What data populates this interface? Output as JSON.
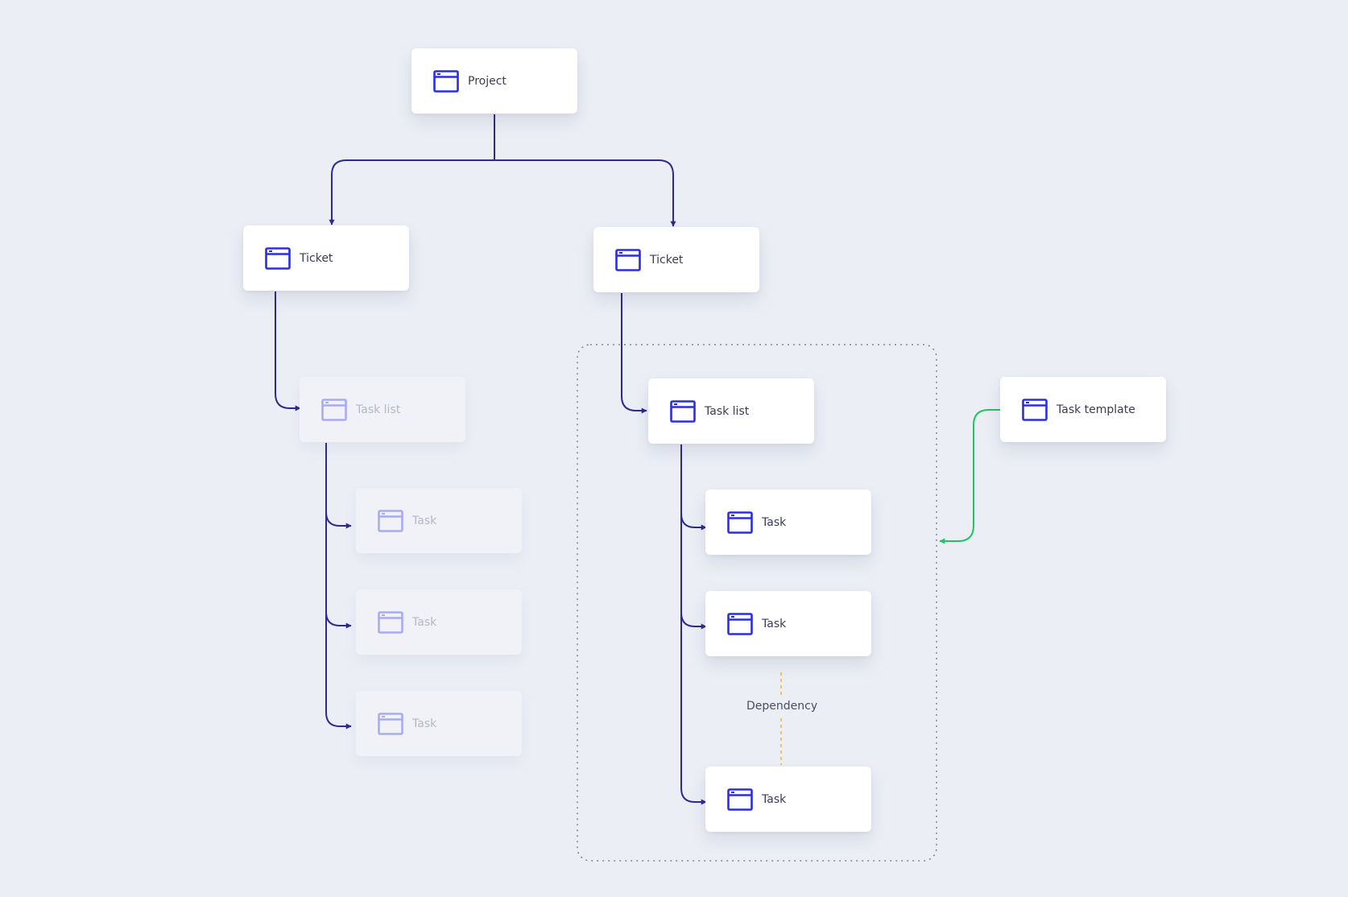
{
  "colors": {
    "background": "#ebeef5",
    "icon": "#2a2ee0",
    "icon_faded": "#a9abf0",
    "connector": "#2e2a8f",
    "template_link": "#1fc55e",
    "dependency_line": "#f0b429",
    "group_border": "#6d7080"
  },
  "nodes": {
    "project": {
      "label": "Project",
      "icon": "window-icon"
    },
    "ticket_left": {
      "label": "Ticket",
      "icon": "window-icon"
    },
    "ticket_right": {
      "label": "Ticket",
      "icon": "window-icon"
    },
    "task_list_left": {
      "label": "Task list",
      "icon": "window-icon",
      "faded": true
    },
    "task_left_1": {
      "label": "Task",
      "icon": "window-icon",
      "faded": true
    },
    "task_left_2": {
      "label": "Task",
      "icon": "window-icon",
      "faded": true
    },
    "task_left_3": {
      "label": "Task",
      "icon": "window-icon",
      "faded": true
    },
    "task_list_right": {
      "label": "Task list",
      "icon": "window-icon"
    },
    "task_right_1": {
      "label": "Task",
      "icon": "window-icon"
    },
    "task_right_2": {
      "label": "Task",
      "icon": "window-icon"
    },
    "task_right_3": {
      "label": "Task",
      "icon": "window-icon"
    },
    "task_template": {
      "label": "Task template",
      "icon": "window-icon"
    }
  },
  "annotations": {
    "dependency": "Dependency"
  }
}
